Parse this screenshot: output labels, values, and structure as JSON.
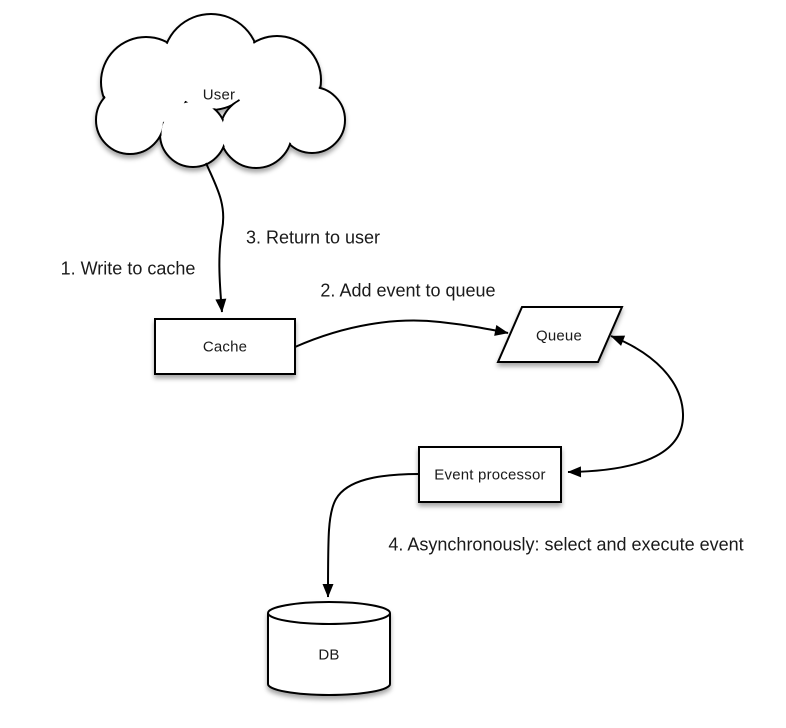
{
  "diagram": {
    "type": "flowchart",
    "background": "#ffffff",
    "colors": {
      "stroke": "#000000",
      "node_fill": "#ffffff",
      "text": "#1a1a1a"
    },
    "nodes": [
      {
        "id": "user",
        "shape": "cloud",
        "label": "User"
      },
      {
        "id": "cache",
        "shape": "rectangle",
        "label": "Cache"
      },
      {
        "id": "queue",
        "shape": "parallelogram",
        "label": "Queue"
      },
      {
        "id": "event_processor",
        "shape": "rectangle",
        "label": "Event processor"
      },
      {
        "id": "db",
        "shape": "cylinder",
        "label": "DB"
      }
    ],
    "steps": [
      {
        "label": "1. Write to cache"
      },
      {
        "label": "2. Add event to queue"
      },
      {
        "label": "3. Return to user"
      },
      {
        "label": "4. Asynchronously: select and execute event"
      }
    ],
    "edges": [
      {
        "from": "user",
        "to": "cache",
        "direction": "one-way"
      },
      {
        "from": "cache",
        "to": "queue",
        "direction": "one-way"
      },
      {
        "from": "queue",
        "to": "event_processor",
        "direction": "two-way"
      },
      {
        "from": "event_processor",
        "to": "db",
        "direction": "one-way"
      }
    ]
  }
}
